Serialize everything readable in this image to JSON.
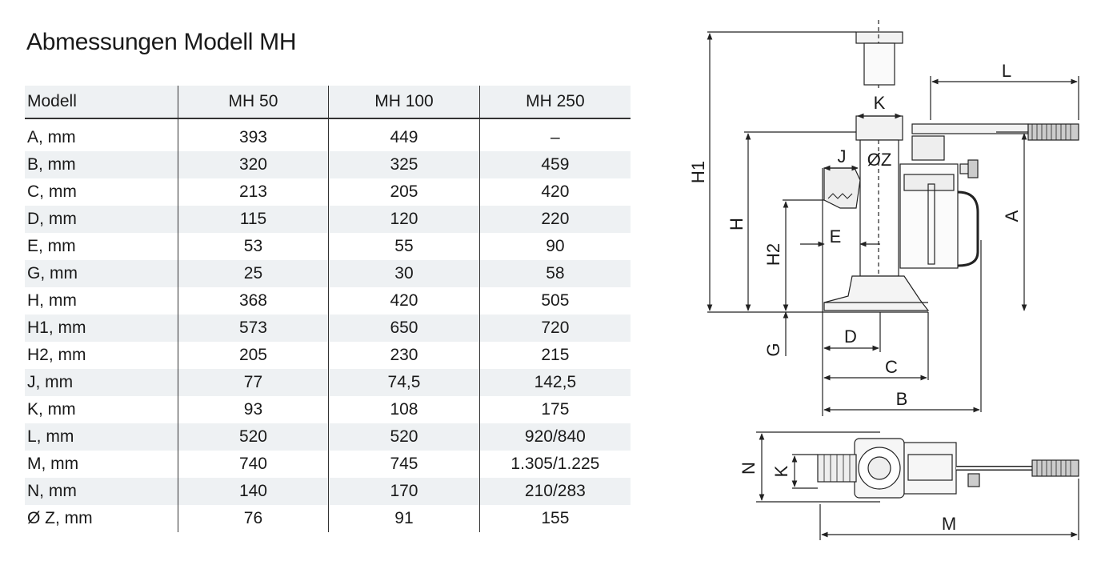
{
  "title": "Abmessungen Modell MH",
  "table": {
    "headers": [
      "Modell",
      "MH 50",
      "MH 100",
      "MH 250"
    ],
    "rows": [
      [
        "A, mm",
        "393",
        "449",
        "–"
      ],
      [
        "B, mm",
        "320",
        "325",
        "459"
      ],
      [
        "C, mm",
        "213",
        "205",
        "420"
      ],
      [
        "D, mm",
        "115",
        "120",
        "220"
      ],
      [
        "E, mm",
        "53",
        "55",
        "90"
      ],
      [
        "G, mm",
        "25",
        "30",
        "58"
      ],
      [
        "H, mm",
        "368",
        "420",
        "505"
      ],
      [
        "H1, mm",
        "573",
        "650",
        "720"
      ],
      [
        "H2, mm",
        "205",
        "230",
        "215"
      ],
      [
        "J, mm",
        "77",
        "74,5",
        "142,5"
      ],
      [
        "K, mm",
        "93",
        "108",
        "175"
      ],
      [
        "L, mm",
        "520",
        "520",
        "920/840"
      ],
      [
        "M, mm",
        "740",
        "745",
        "1.305/1.225"
      ],
      [
        "N, mm",
        "140",
        "170",
        "210/283"
      ],
      [
        "Ø Z, mm",
        "76",
        "91",
        "155"
      ]
    ]
  },
  "diagram": {
    "labels": {
      "H1": "H1",
      "K": "K",
      "L": "L",
      "J": "J",
      "OZ": "ØZ",
      "H": "H",
      "A": "A",
      "H2": "H2",
      "E": "E",
      "D": "D",
      "G": "G",
      "C": "C",
      "B": "B",
      "N": "N",
      "K2": "K",
      "M": "M"
    }
  }
}
